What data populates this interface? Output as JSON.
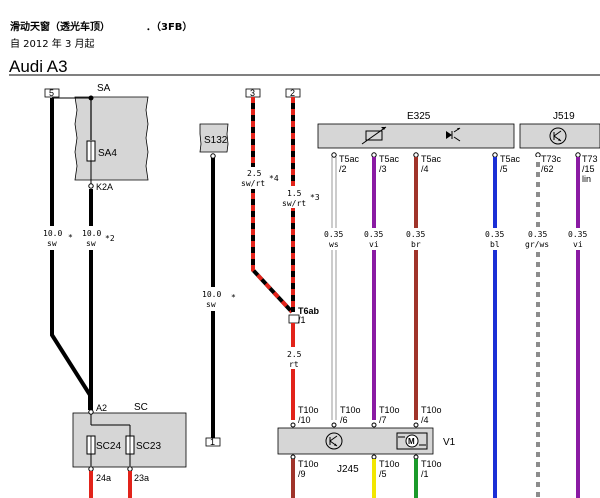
{
  "header": {
    "title": "滑动天窗（透光车顶）",
    "code": "．（3FB）",
    "date": "自 2012 年 3 月起",
    "brand": "Audi A3"
  },
  "components": {
    "sa": "SA",
    "sa4": "SA4",
    "k2a": "K2A",
    "s132": "S132",
    "e325": "E325",
    "j519": "J519",
    "sc": "SC",
    "sc24": "SC24",
    "sc23": "SC23",
    "v1": "V1",
    "j245": "J245",
    "t6ab": "T6ab",
    "t6ab_pin": "/1"
  },
  "terminals": {
    "t5": "5",
    "t3": "3",
    "t2": "2",
    "t1": "1"
  },
  "wires": {
    "w1_gauge": "10.0",
    "w1_color": "sw",
    "w1_note": "*",
    "w2_gauge": "10.0",
    "w2_color": "sw",
    "w2_note": "*2",
    "w3_gauge": "10.0",
    "w3_color": "sw",
    "w3_note": "*",
    "w4_gauge": "2.5",
    "w4_color": "sw/rt",
    "w4_note": "*4",
    "w5_gauge": "1.5",
    "w5_color": "sw/rt",
    "w5_note": "*3",
    "w6_gauge": "2.5",
    "w6_color": "rt",
    "w7_gauge": "0.35",
    "w7_color": "ws",
    "w8_gauge": "0.35",
    "w8_color": "vi",
    "w9_gauge": "0.35",
    "w9_color": "br",
    "w10_gauge": "0.35",
    "w10_color": "bl",
    "w11_gauge": "0.35",
    "w11_color": "gr/ws",
    "w12_gauge": "0.35",
    "w12_color": "vi"
  },
  "connectors": {
    "t5ac_2_a": "T5ac",
    "t5ac_2_b": "/2",
    "t5ac_3_a": "T5ac",
    "t5ac_3_b": "/3",
    "t5ac_4_a": "T5ac",
    "t5ac_4_b": "/4",
    "t5ac_5_a": "T5ac",
    "t5ac_5_b": "/5",
    "t73c_62_a": "T73c",
    "t73c_62_b": "/62",
    "t73_15_a": "T73",
    "t73_15_b": "/15",
    "t73_15_c": "lin",
    "a2": "A2",
    "t10o_10_a": "T10o",
    "t10o_10_b": "/10",
    "t10o_6_a": "T10o",
    "t10o_6_b": "/6",
    "t10o_7_a": "T10o",
    "t10o_7_b": "/7",
    "t10o_4_a": "T10o",
    "t10o_4_b": "/4",
    "t10o_9_a": "T10o",
    "t10o_9_b": "/9",
    "t10o_5_a": "T10o",
    "t10o_5_b": "/5",
    "t10o_1_a": "T10o",
    "t10o_1_b": "/1",
    "p24a": "24a",
    "p23a": "23a"
  },
  "colors": {
    "red": "#e2231a",
    "black": "#000000",
    "purple": "#8a1aa3",
    "brown": "#a0342a",
    "blue": "#1a2fd6",
    "gray": "#8c8c8c",
    "yellow": "#f2e600",
    "green": "#1a9a2a",
    "block": "#d6d6d6"
  },
  "icons": {
    "sunroof": "sunroof-arrow-icon",
    "potentiometer": "potentiometer-icon",
    "module": "control-module-icon",
    "motor": "motor-icon",
    "fuse": "fuse-icon"
  }
}
